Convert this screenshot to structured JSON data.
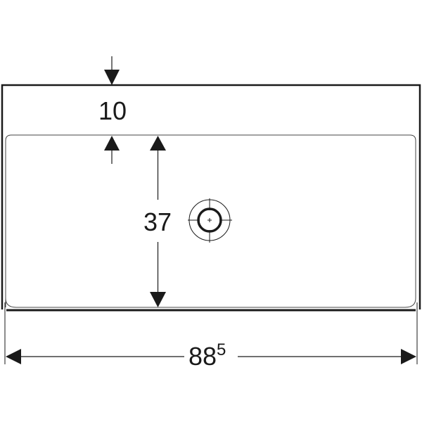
{
  "diagram": {
    "dimensions": {
      "rim_depth": "10",
      "basin_depth": "37",
      "width_main": "88",
      "width_sup": "5"
    },
    "colors": {
      "line": "#1a1a1a",
      "background": "#ffffff"
    },
    "icons": {
      "drain": "drain-crosshair-icon"
    }
  }
}
